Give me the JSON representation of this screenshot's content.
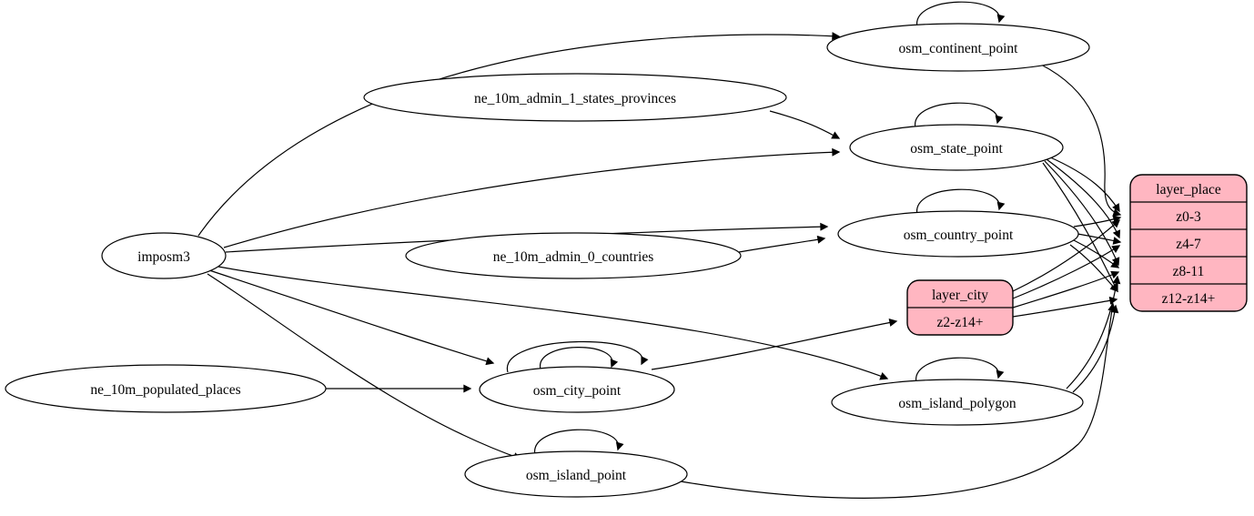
{
  "diagram": {
    "kind": "etl-dependency-graph",
    "colors": {
      "background": "#ffffff",
      "node_fill": "#ffffff",
      "record_fill": "#ffb6c1",
      "stroke": "#000000",
      "text": "#000000"
    },
    "nodes": {
      "imposm3": {
        "label": "imposm3"
      },
      "ne_10m_admin_1_states_provinces": {
        "label": "ne_10m_admin_1_states_provinces"
      },
      "ne_10m_admin_0_countries": {
        "label": "ne_10m_admin_0_countries"
      },
      "ne_10m_populated_places": {
        "label": "ne_10m_populated_places"
      },
      "osm_continent_point": {
        "label": "osm_continent_point"
      },
      "osm_state_point": {
        "label": "osm_state_point"
      },
      "osm_country_point": {
        "label": "osm_country_point"
      },
      "osm_city_point": {
        "label": "osm_city_point"
      },
      "osm_island_polygon": {
        "label": "osm_island_polygon"
      },
      "osm_island_point": {
        "label": "osm_island_point"
      }
    },
    "records": {
      "layer_city": {
        "title": "layer_city",
        "rows": [
          "z2-z14+"
        ]
      },
      "layer_place": {
        "title": "layer_place",
        "rows": [
          "z0-3",
          "z4-7",
          "z8-11",
          "z12-z14+"
        ]
      }
    },
    "edges": [
      {
        "from": "imposm3",
        "to": "osm_continent_point"
      },
      {
        "from": "imposm3",
        "to": "osm_state_point"
      },
      {
        "from": "imposm3",
        "to": "osm_country_point"
      },
      {
        "from": "imposm3",
        "to": "osm_city_point"
      },
      {
        "from": "imposm3",
        "to": "osm_island_polygon"
      },
      {
        "from": "imposm3",
        "to": "osm_island_point"
      },
      {
        "from": "ne_10m_admin_1_states_provinces",
        "to": "osm_state_point"
      },
      {
        "from": "ne_10m_admin_0_countries",
        "to": "osm_country_point"
      },
      {
        "from": "ne_10m_populated_places",
        "to": "osm_city_point"
      },
      {
        "from": "osm_continent_point",
        "to": "osm_continent_point"
      },
      {
        "from": "osm_state_point",
        "to": "osm_state_point"
      },
      {
        "from": "osm_country_point",
        "to": "osm_country_point"
      },
      {
        "from": "osm_city_point",
        "to": "osm_city_point"
      },
      {
        "from": "osm_city_point",
        "to": "osm_city_point"
      },
      {
        "from": "osm_island_polygon",
        "to": "osm_island_polygon"
      },
      {
        "from": "osm_island_point",
        "to": "osm_island_point"
      },
      {
        "from": "osm_continent_point",
        "to": "layer_place:z0-3"
      },
      {
        "from": "osm_state_point",
        "to": "layer_place:z0-3"
      },
      {
        "from": "osm_state_point",
        "to": "layer_place:z4-7"
      },
      {
        "from": "osm_state_point",
        "to": "layer_place:z8-11"
      },
      {
        "from": "osm_state_point",
        "to": "layer_place:z12-z14+"
      },
      {
        "from": "osm_country_point",
        "to": "layer_place:z0-3"
      },
      {
        "from": "osm_country_point",
        "to": "layer_place:z4-7"
      },
      {
        "from": "osm_country_point",
        "to": "layer_place:z8-11"
      },
      {
        "from": "osm_country_point",
        "to": "layer_place:z12-z14+"
      },
      {
        "from": "osm_city_point",
        "to": "layer_city:z2-z14+"
      },
      {
        "from": "layer_city",
        "to": "layer_place:z0-3"
      },
      {
        "from": "layer_city",
        "to": "layer_place:z4-7"
      },
      {
        "from": "layer_city",
        "to": "layer_place:z8-11"
      },
      {
        "from": "layer_city",
        "to": "layer_place:z12-z14+"
      },
      {
        "from": "osm_island_polygon",
        "to": "layer_place:z8-11"
      },
      {
        "from": "osm_island_polygon",
        "to": "layer_place:z12-z14+"
      },
      {
        "from": "osm_island_point",
        "to": "layer_place:z12-z14+"
      }
    ]
  }
}
